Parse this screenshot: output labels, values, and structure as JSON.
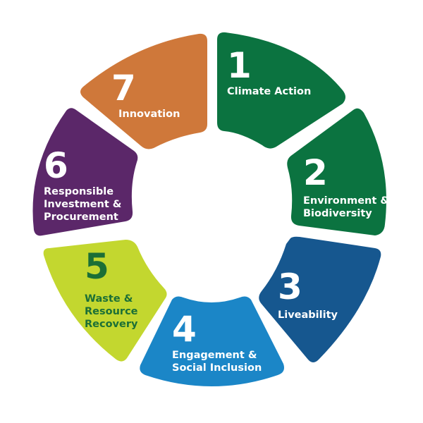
{
  "segments": [
    {
      "number": "1",
      "label_lines": [
        "Climate Action"
      ],
      "fill": "#0b7340",
      "text_color": "#ffffff"
    },
    {
      "number": "2",
      "label_lines": [
        "Environment &",
        "Biodiversity"
      ],
      "fill": "#0b7340",
      "text_color": "#ffffff"
    },
    {
      "number": "3",
      "label_lines": [
        "Liveability"
      ],
      "fill": "#16578f",
      "text_color": "#ffffff"
    },
    {
      "number": "4",
      "label_lines": [
        "Engagement &",
        "Social Inclusion"
      ],
      "fill": "#1b86c7",
      "text_color": "#ffffff"
    },
    {
      "number": "5",
      "label_lines": [
        "Waste &",
        "Resource",
        "Recovery"
      ],
      "fill": "#c3d72f",
      "text_color": "#1b6f36"
    },
    {
      "number": "6",
      "label_lines": [
        "Responsible",
        "Investment &",
        "Procurement"
      ],
      "fill": "#5b2769",
      "text_color": "#ffffff"
    },
    {
      "number": "7",
      "label_lines": [
        "Innovation"
      ],
      "fill": "#cf783a",
      "text_color": "#ffffff"
    }
  ]
}
